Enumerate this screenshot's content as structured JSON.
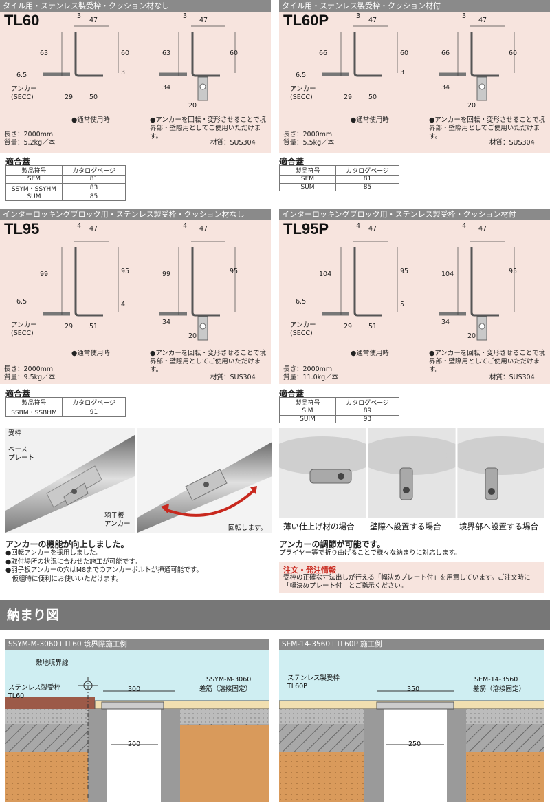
{
  "panels": [
    {
      "header": "タイル用・ステンレス製受枠・クッション材なし",
      "model": "TL60",
      "dims": {
        "top_a": "3",
        "top_b": "47",
        "left_h": "63",
        "right_h": "60",
        "thick": "3",
        "base_h": "6.5",
        "w1": "29",
        "w2": "50",
        "anchor_h": "34",
        "anchor_w": "20"
      },
      "anchor_label": "アンカー\n(SECC)",
      "caption_left": "●通常使用時",
      "caption_right": "●アンカーを回転・変形させることで境界部・壁際用としてご使用いただけます。",
      "length": "長さ：2000mm",
      "mass": "質量：5.2kg／本",
      "material": "材質：SUS304",
      "lids_title": "適合蓋",
      "lids_header": [
        "製品符号",
        "カタログページ"
      ],
      "lids": [
        [
          "SEM",
          "81"
        ],
        [
          "SSYM・SSYHM",
          "83"
        ],
        [
          "SUM",
          "85"
        ]
      ]
    },
    {
      "header": "タイル用・ステンレス製受枠・クッション材付",
      "model": "TL60P",
      "dims": {
        "top_a": "3",
        "top_b": "47",
        "left_h": "66",
        "right_h": "60",
        "thick": "3",
        "base_h": "6.5",
        "w1": "29",
        "w2": "50",
        "anchor_h": "34",
        "anchor_w": "20"
      },
      "anchor_label": "アンカー\n(SECC)",
      "caption_left": "●通常使用時",
      "caption_right": "●アンカーを回転・変形させることで境界部・壁際用としてご使用いただけます。",
      "length": "長さ：2000mm",
      "mass": "質量：5.5kg／本",
      "material": "材質：SUS304",
      "lids_title": "適合蓋",
      "lids_header": [
        "製品符号",
        "カタログページ"
      ],
      "lids": [
        [
          "SEM",
          "81"
        ],
        [
          "SUM",
          "85"
        ]
      ]
    },
    {
      "header": "インターロッキングブロック用・ステンレス製受枠・クッション材なし",
      "model": "TL95",
      "dims": {
        "top_a": "4",
        "top_b": "47",
        "left_h": "99",
        "right_h": "95",
        "thick": "4",
        "base_h": "6.5",
        "w1": "29",
        "w2": "51",
        "anchor_h": "34",
        "anchor_w": "20"
      },
      "anchor_label": "アンカー\n(SECC)",
      "caption_left": "●通常使用時",
      "caption_right": "●アンカーを回転・変形させることで境界部・壁際用としてご使用いただけます。",
      "length": "長さ：2000mm",
      "mass": "質量：9.5kg／本",
      "material": "材質：SUS304",
      "lids_title": "適合蓋",
      "lids_header": [
        "製品符号",
        "カタログページ"
      ],
      "lids": [
        [
          "SSBM・SSBHM",
          "91"
        ]
      ]
    },
    {
      "header": "インターロッキングブロック用・ステンレス製受枠・クッション材付",
      "model": "TL95P",
      "dims": {
        "top_a": "4",
        "top_b": "47",
        "left_h": "104",
        "right_h": "95",
        "thick": "5",
        "base_h": "6.5",
        "w1": "29",
        "w2": "51",
        "anchor_h": "34",
        "anchor_w": "20"
      },
      "anchor_label": "アンカー\n(SECC)",
      "caption_left": "●通常使用時",
      "caption_right": "●アンカーを回転・変形させることで境界部・壁際用としてご使用いただけます。",
      "length": "長さ：2000mm",
      "mass": "質量：11.0kg／本",
      "material": "材質：SUS304",
      "lids_title": "適合蓋",
      "lids_header": [
        "製品符号",
        "カタログページ"
      ],
      "lids": [
        [
          "SIM",
          "89"
        ],
        [
          "SUIM",
          "93"
        ]
      ]
    }
  ],
  "photo_left": {
    "labels": {
      "frame": "受枠",
      "base_plate": "ベース\nプレート",
      "wing_anchor": "羽子板\nアンカー",
      "rotate": "回転します。"
    },
    "title": "アンカーの機能が向上しました。",
    "bullets": [
      "●回転アンカーを採用しました。",
      "●取付場所の状況に合わせた施工が可能です。",
      "●羽子板アンカーの穴はM8までのアンカーボルトが挿通可能です。",
      "　仮組時に便利にお使いいただけます。"
    ]
  },
  "photo_right": {
    "captions": [
      "薄い仕上げ材の場合",
      "壁際へ設置する場合",
      "境界部へ設置する場合"
    ],
    "title": "アンカーの調節が可能です。",
    "text": "プライヤー等で折り曲げることで様々な納まりに対応します。"
  },
  "note": {
    "title": "注文・発注情報",
    "text": "受枠の正確な寸法出しが行える「幅決めプレート付」を用意しています。ご注文時に「幅決めプレート付」とご指示ください。"
  },
  "section_title": "納まり図",
  "examples": [
    {
      "header": "SSYM-M-3060+TL60 境界際施工例",
      "labels": {
        "boundary": "敷地境界線",
        "frame": "ステンレス製受枠\nTL60",
        "lid": "SSYM-M-3060",
        "rebar": "差筋（溶接固定）",
        "top": "300",
        "bottom": "200"
      }
    },
    {
      "header": "SEM-14-3560+TL60P 施工例",
      "labels": {
        "frame": "ステンレス製受枠\nTL60P",
        "lid": "SEM-14-3560",
        "rebar": "差筋（溶接固定）",
        "top": "350",
        "bottom": "250"
      }
    }
  ],
  "colors": {
    "panel_bg": "#f7e4de",
    "header_bg": "#8a8a8a",
    "sky": "#cfeef2",
    "brick": "#9c5a48",
    "soil": "#d99a5b",
    "concrete": "#9a9a9a"
  }
}
